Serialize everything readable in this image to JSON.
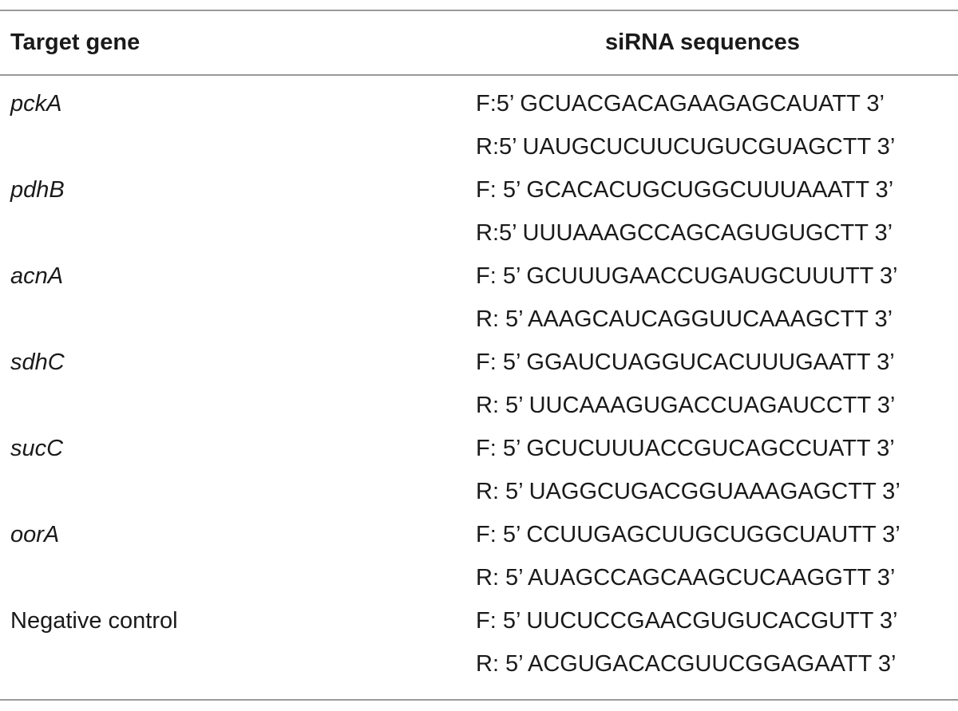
{
  "table": {
    "headers": {
      "gene": "Target gene",
      "sequence": "siRNA sequences"
    },
    "rows": [
      {
        "gene": "pckA",
        "italic": true,
        "seq": "F:5’ GCUACGACAGAAGAGCAUATT 3’"
      },
      {
        "gene": "",
        "italic": false,
        "seq": "R:5’ UAUGCUCUUCUGUCGUAGCTT 3’"
      },
      {
        "gene": "pdhB",
        "italic": true,
        "seq": "F: 5’ GCACACUGCUGGCUUUAAATT 3’"
      },
      {
        "gene": "",
        "italic": false,
        "seq": "R:5’ UUUAAAGCCAGCAGUGUGCTT 3’"
      },
      {
        "gene": "acnA",
        "italic": true,
        "seq": "F: 5’ GCUUUGAACCUGAUGCUUUTT 3’"
      },
      {
        "gene": "",
        "italic": false,
        "seq": "R: 5’ AAAGCAUCAGGUUCAAAGCTT 3’"
      },
      {
        "gene": "sdhC",
        "italic": true,
        "seq": "F: 5’ GGAUCUAGGUCACUUUGAATT 3’"
      },
      {
        "gene": "",
        "italic": false,
        "seq": "R: 5’ UUCAAAGUGACCUAGAUCCTT 3’"
      },
      {
        "gene": "sucC",
        "italic": true,
        "seq": "F: 5’ GCUCUUUACCGUCAGCCUATT 3’"
      },
      {
        "gene": "",
        "italic": false,
        "seq": "R: 5’ UAGGCUGACGGUAAAGAGCTT 3’"
      },
      {
        "gene": "oorA",
        "italic": true,
        "seq": "F: 5’ CCUUGAGCUUGCUGGCUAUTT 3’"
      },
      {
        "gene": "",
        "italic": false,
        "seq": "R: 5’ AUAGCCAGCAAGCUCAAGGTT 3’"
      },
      {
        "gene": "Negative control",
        "italic": false,
        "seq": "F: 5’ UUCUCCGAACGUGUCACGUTT 3’"
      },
      {
        "gene": "",
        "italic": false,
        "seq": "R: 5’ ACGUGACACGUUCGGAGAATT 3’"
      }
    ]
  }
}
